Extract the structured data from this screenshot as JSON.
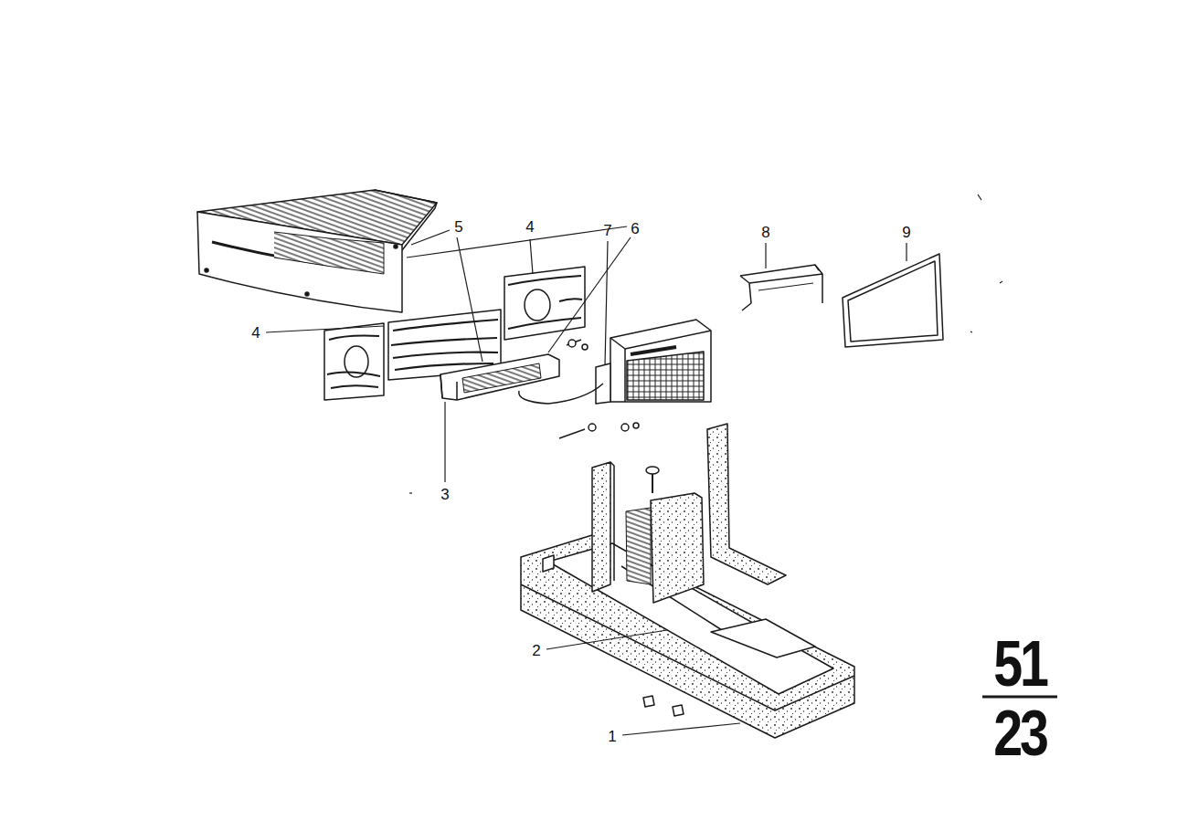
{
  "diagram": {
    "labels": [
      "6",
      "5",
      "4",
      "7",
      "8",
      "9",
      "4",
      "3",
      "2",
      "1",
      "51",
      "23"
    ]
  }
}
